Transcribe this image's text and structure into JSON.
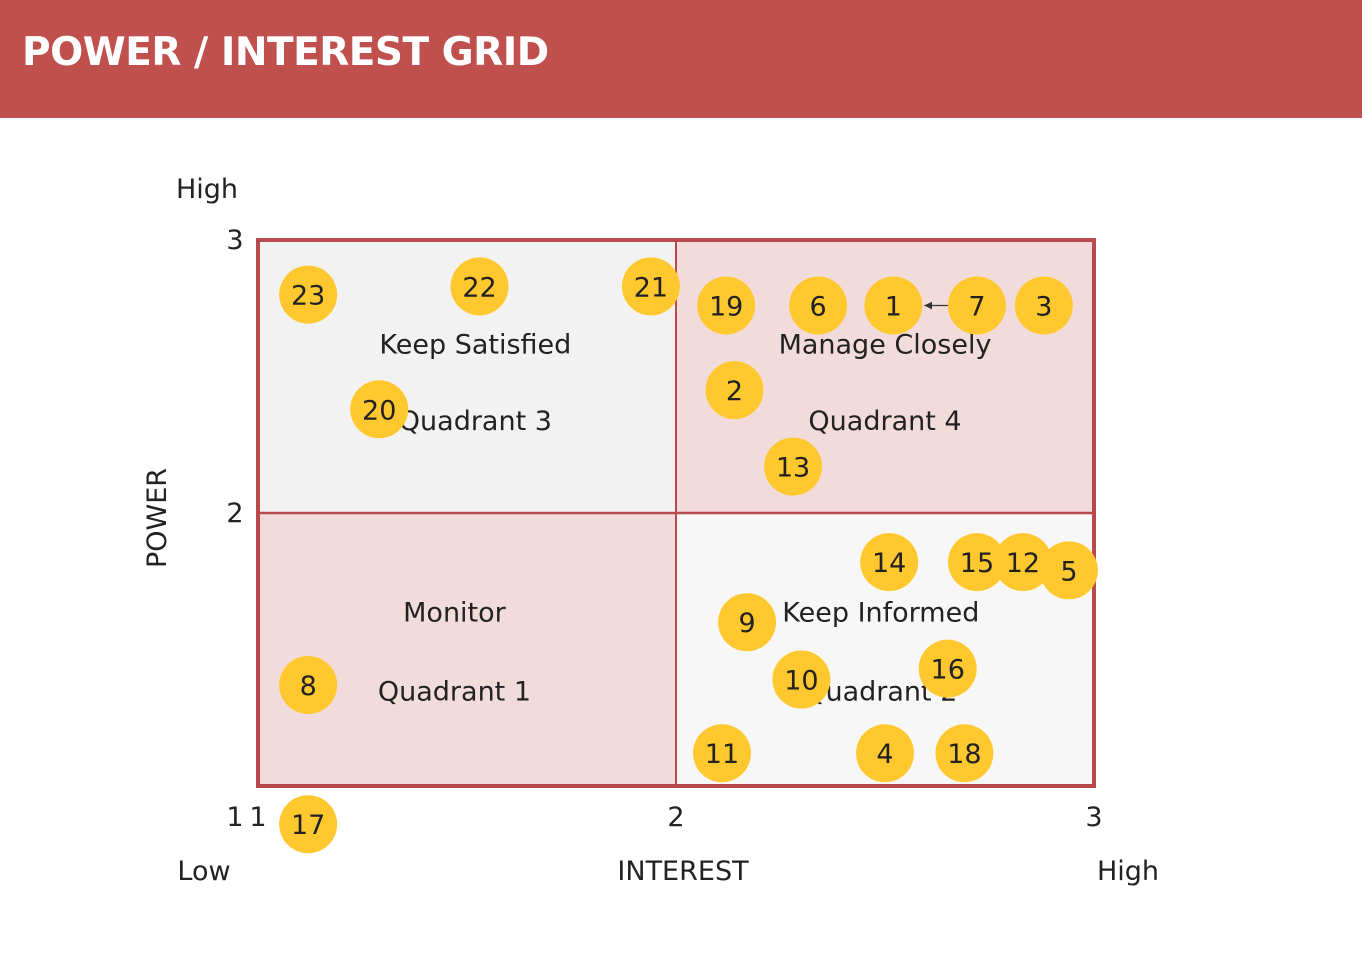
{
  "header": {
    "title": "POWER / INTEREST GRID"
  },
  "colors": {
    "header_bg": "#c0504d",
    "frame": "#b84a4d",
    "quadrant_shaded": "#f2dcdb",
    "quadrant_light_1": "#f2f2f2",
    "quadrant_light_2": "#f7f7f7",
    "bubble": "#ffc82e",
    "text": "#222222"
  },
  "chart_data": {
    "type": "scatter",
    "xlabel": "INTEREST",
    "ylabel": "POWER",
    "xlim": [
      1,
      3
    ],
    "ylim": [
      1,
      3
    ],
    "x_ticks": [
      "1",
      "2",
      "3"
    ],
    "y_ticks": [
      "1",
      "2",
      "3"
    ],
    "x_end_labels": {
      "low": "Low",
      "high": "High"
    },
    "y_end_labels": {
      "high": "High"
    },
    "quadrants": [
      {
        "id": "q3",
        "label": "Keep Satisfied",
        "name": "Quadrant 3",
        "x_range": [
          1,
          2
        ],
        "y_range": [
          2,
          3
        ],
        "label_x": 1.52,
        "label_y": 2.62,
        "name_x": 1.52,
        "name_y": 2.34
      },
      {
        "id": "q4",
        "label": "Manage Closely",
        "name": "Quadrant 4",
        "x_range": [
          2,
          3
        ],
        "y_range": [
          2,
          3
        ],
        "label_x": 2.5,
        "label_y": 2.62,
        "name_x": 2.5,
        "name_y": 2.34
      },
      {
        "id": "q1",
        "label": "Monitor",
        "name": "Quadrant 1",
        "x_range": [
          1,
          2
        ],
        "y_range": [
          1,
          2
        ],
        "label_x": 1.47,
        "label_y": 1.64,
        "name_x": 1.47,
        "name_y": 1.35
      },
      {
        "id": "q2",
        "label": "Keep Informed",
        "name": "Quadrant 2",
        "x_range": [
          2,
          3
        ],
        "y_range": [
          1,
          2
        ],
        "label_x": 2.49,
        "label_y": 1.64,
        "name_x": 2.49,
        "name_y": 1.35
      }
    ],
    "points": [
      {
        "label": "1",
        "x": 2.52,
        "y": 2.76
      },
      {
        "label": "2",
        "x": 2.14,
        "y": 2.45
      },
      {
        "label": "3",
        "x": 2.88,
        "y": 2.76
      },
      {
        "label": "4",
        "x": 2.5,
        "y": 1.12
      },
      {
        "label": "5",
        "x": 2.94,
        "y": 1.79
      },
      {
        "label": "6",
        "x": 2.34,
        "y": 2.76
      },
      {
        "label": "7",
        "x": 2.72,
        "y": 2.76
      },
      {
        "label": "8",
        "x": 1.12,
        "y": 1.37
      },
      {
        "label": "9",
        "x": 2.17,
        "y": 1.6
      },
      {
        "label": "10",
        "x": 2.3,
        "y": 1.39
      },
      {
        "label": "11",
        "x": 2.11,
        "y": 1.12
      },
      {
        "label": "12",
        "x": 2.83,
        "y": 1.82
      },
      {
        "label": "13",
        "x": 2.28,
        "y": 2.17
      },
      {
        "label": "14",
        "x": 2.51,
        "y": 1.82
      },
      {
        "label": "15",
        "x": 2.72,
        "y": 1.82
      },
      {
        "label": "16",
        "x": 2.65,
        "y": 1.43
      },
      {
        "label": "17",
        "x": 1.12,
        "y": 0.86
      },
      {
        "label": "18",
        "x": 2.69,
        "y": 1.12
      },
      {
        "label": "19",
        "x": 2.12,
        "y": 2.76
      },
      {
        "label": "20",
        "x": 1.29,
        "y": 2.38
      },
      {
        "label": "21",
        "x": 1.94,
        "y": 2.83
      },
      {
        "label": "22",
        "x": 1.53,
        "y": 2.83
      },
      {
        "label": "23",
        "x": 1.12,
        "y": 2.8
      }
    ],
    "arrows": [
      {
        "from": "7",
        "to": "1"
      }
    ]
  }
}
